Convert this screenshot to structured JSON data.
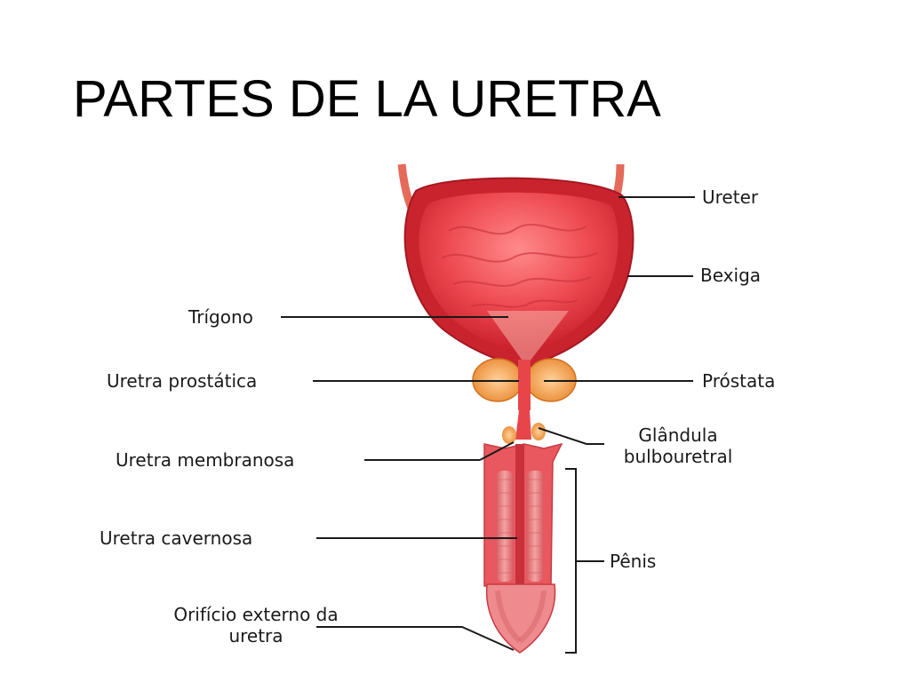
{
  "title": "PARTES DE LA URETRA",
  "labels": {
    "ureter": "Ureter",
    "bexiga": "Bexiga",
    "trigono": "Trígono",
    "prostatica": "Uretra prostática",
    "prostata": "Próstata",
    "membranosa": "Uretra membranosa",
    "glandula_1": "Glândula",
    "glandula_2": "bulbouretral",
    "cavernosa": "Uretra cavernosa",
    "penis": "Pênis",
    "orificio_1": "Orifício externo da",
    "orificio_2": "uretra"
  },
  "colors": {
    "bladder": "#e8303a",
    "bladder_inner": "#f05a5f",
    "prostate": "#f0953a",
    "penis": "#e86a6a",
    "line": "#1a1a1a"
  }
}
